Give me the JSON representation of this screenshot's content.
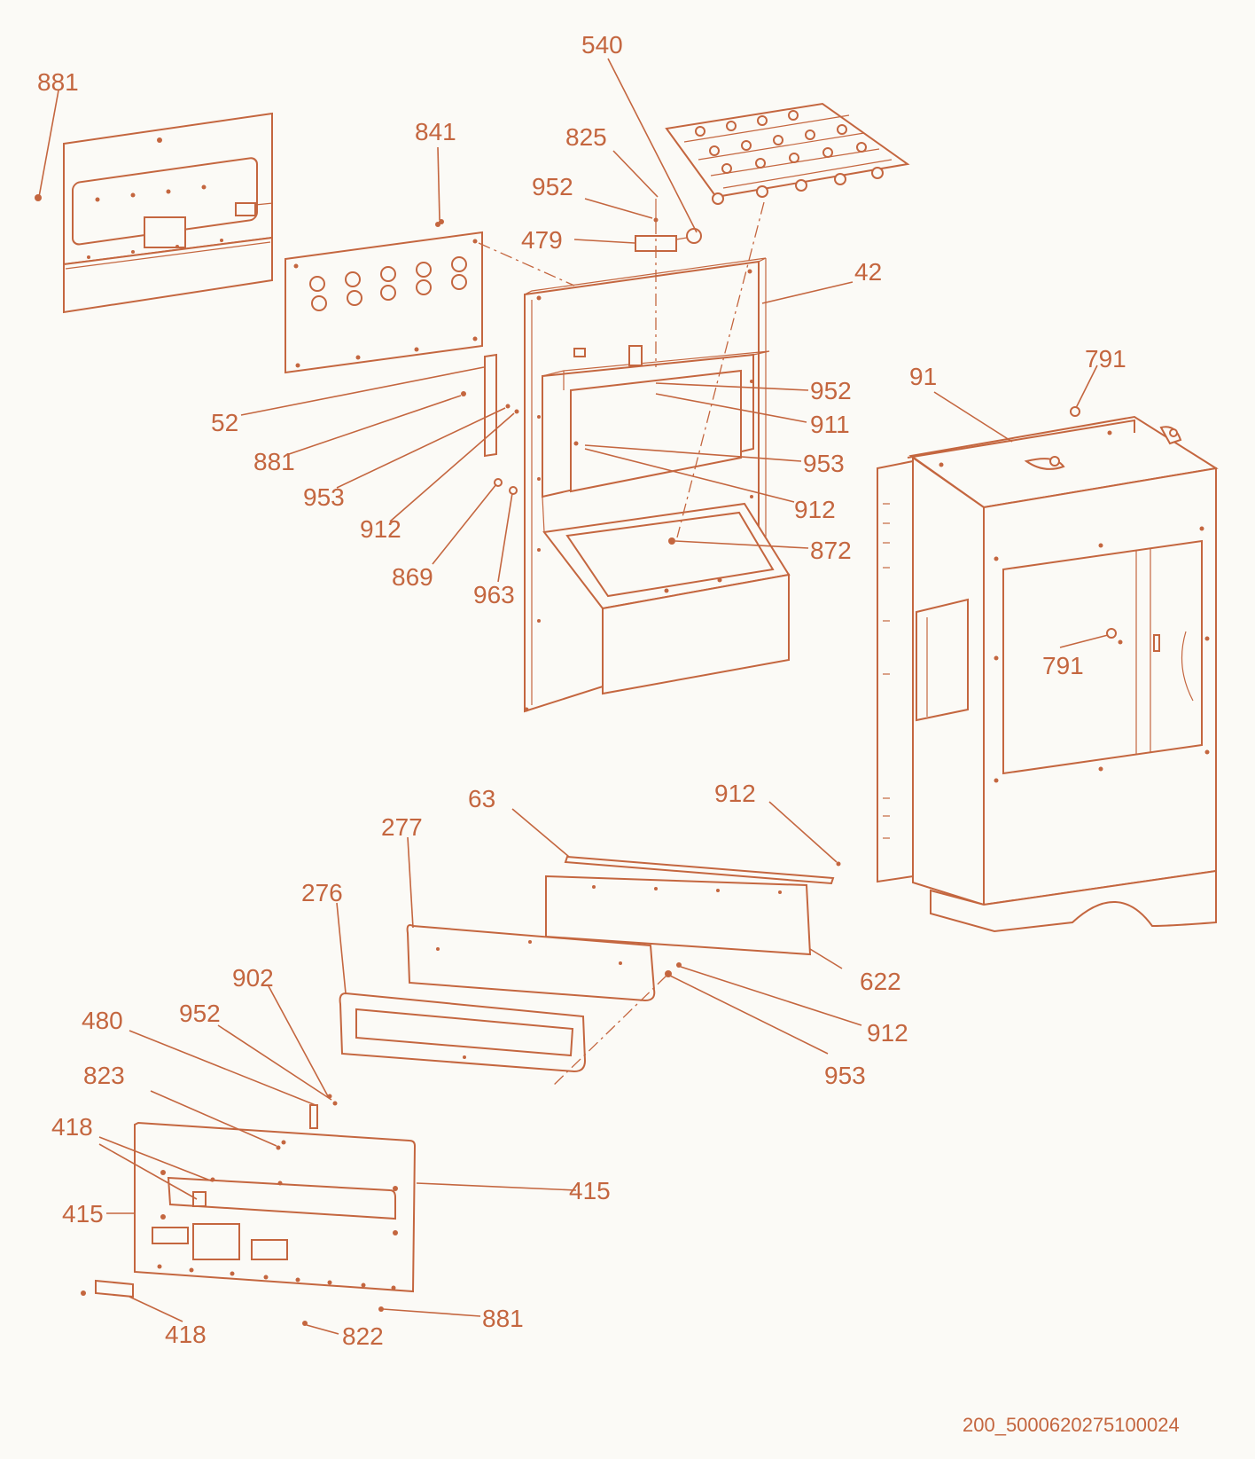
{
  "diagram": {
    "type": "exploded-parts-view",
    "accent_color": "#c4663f",
    "background_color": "#fbfaf6",
    "document_number": "200_5000620275100024",
    "callouts": [
      {
        "id": "c881a",
        "text": "881"
      },
      {
        "id": "c841",
        "text": "841"
      },
      {
        "id": "c540",
        "text": "540"
      },
      {
        "id": "c825",
        "text": "825"
      },
      {
        "id": "c952a",
        "text": "952"
      },
      {
        "id": "c479",
        "text": "479"
      },
      {
        "id": "c42",
        "text": "42"
      },
      {
        "id": "c52",
        "text": "52"
      },
      {
        "id": "c881b",
        "text": "881"
      },
      {
        "id": "c953a",
        "text": "953"
      },
      {
        "id": "c912a",
        "text": "912"
      },
      {
        "id": "c869",
        "text": "869"
      },
      {
        "id": "c963",
        "text": "963"
      },
      {
        "id": "c952b",
        "text": "952"
      },
      {
        "id": "c911",
        "text": "911"
      },
      {
        "id": "c953b",
        "text": "953"
      },
      {
        "id": "c912b",
        "text": "912"
      },
      {
        "id": "c872",
        "text": "872"
      },
      {
        "id": "c91",
        "text": "91"
      },
      {
        "id": "c791a",
        "text": "791"
      },
      {
        "id": "c791b",
        "text": "791"
      },
      {
        "id": "c63",
        "text": "63"
      },
      {
        "id": "c912c",
        "text": "912"
      },
      {
        "id": "c277",
        "text": "277"
      },
      {
        "id": "c276",
        "text": "276"
      },
      {
        "id": "c622",
        "text": "622"
      },
      {
        "id": "c912d",
        "text": "912"
      },
      {
        "id": "c953c",
        "text": "953"
      },
      {
        "id": "c902",
        "text": "902"
      },
      {
        "id": "c480",
        "text": "480"
      },
      {
        "id": "c952c",
        "text": "952"
      },
      {
        "id": "c823",
        "text": "823"
      },
      {
        "id": "c418a",
        "text": "418"
      },
      {
        "id": "c415a",
        "text": "415"
      },
      {
        "id": "c415b",
        "text": "415"
      },
      {
        "id": "c881c",
        "text": "881"
      },
      {
        "id": "c822",
        "text": "822"
      },
      {
        "id": "c418b",
        "text": "418"
      }
    ]
  }
}
